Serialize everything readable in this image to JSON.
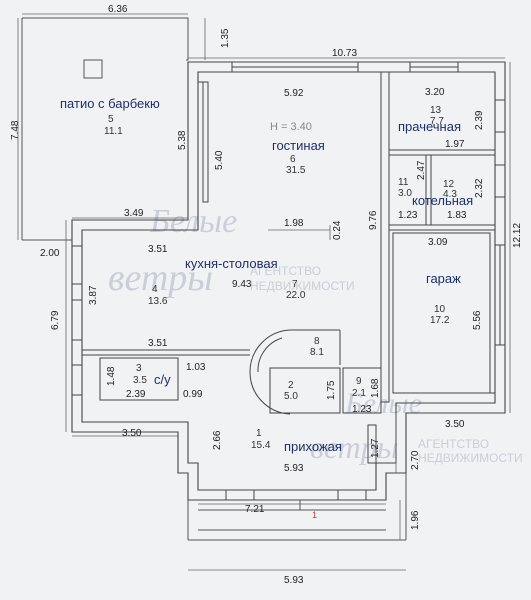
{
  "dims": {
    "patio_w": "6.36",
    "patio_h": "7.48",
    "patio_step": "1.35",
    "patio_bottom": "2.00",
    "house_top": "10.73",
    "left_w": "3.49",
    "left_h": "6.79",
    "right_h": "12.12",
    "bottom_w": "7.21",
    "porch_w": "5.93",
    "porch_h": "1.96",
    "wc_w": "3.50",
    "right_bottom": "2.70",
    "garage_w": "3.50"
  },
  "rooms": {
    "patio": {
      "name": "патио с барбекю",
      "num": "5",
      "area": "11.1"
    },
    "living": {
      "name": "гостиная",
      "num": "6",
      "area": "31.5",
      "height": "H = 3.40",
      "w": "5.92",
      "h": "5.40",
      "h2": "5.38",
      "dim": "1.98",
      "dim2": "0.24"
    },
    "laundry": {
      "name": "прачечная",
      "num": "13",
      "area": "7.7",
      "w": "3.20",
      "h": "2.39",
      "w2": "1.97"
    },
    "boiler": {
      "name": "котельная",
      "num": "12",
      "area": "4.3",
      "w": "1.83",
      "h": "2.32",
      "w2": "1.23"
    },
    "small11": {
      "num": "11",
      "area": "3.0",
      "h": "2.47"
    },
    "kitchen": {
      "name": "кухня-столовая",
      "num": "7",
      "area": "22.0",
      "w": "9.43",
      "w2": "3.51",
      "w3": "3.51",
      "dim": "9.76"
    },
    "r4": {
      "num": "4",
      "area": "13.6",
      "h": "3.87"
    },
    "garage": {
      "name": "гараж",
      "num": "10",
      "area": "17.2",
      "w": "3.09",
      "h": "5.56"
    },
    "wc": {
      "name": "с/у",
      "num": "3",
      "area": "3.5",
      "w": "2.39",
      "h": "1.48",
      "w2": "1.03",
      "w3": "0.99"
    },
    "stairs": {
      "num": "8",
      "area": "8.1"
    },
    "r2": {
      "num": "2",
      "area": "5.0",
      "h": "1.75"
    },
    "r9": {
      "num": "9",
      "area": "2.1",
      "h": "1.68",
      "w": "1.23"
    },
    "hall": {
      "name": "прихожая",
      "num": "1",
      "area": "15.4",
      "h": "2.66",
      "w": "5.93",
      "h2": "1.27"
    }
  },
  "watermark": {
    "brand1": "Белые",
    "brand2": "ветры",
    "agency1": "АГЕНТСТВО",
    "agency2": "НЕДВИЖИМОСТИ"
  },
  "marker": "1"
}
